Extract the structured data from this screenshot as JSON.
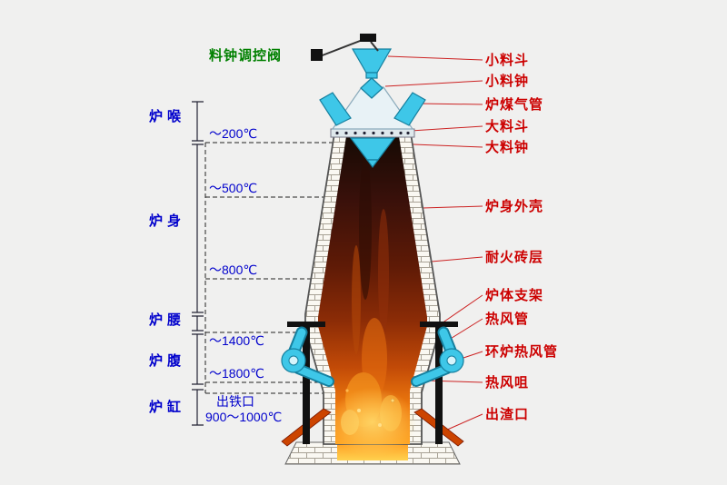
{
  "diagram_title": "blast-furnace-structure-diagram",
  "colors": {
    "background": "#f0f0ef",
    "left_label": "#0000cc",
    "right_label": "#cc0000",
    "top_label": "#008000",
    "leader_line": "#cc2222",
    "pipe_cyan": "#3ec7e8",
    "molten_bright": "#ffa726",
    "molten_dark": "#160a04",
    "brick": "#faf8f2"
  },
  "top_control": {
    "label": "料钟调控阀"
  },
  "zones": [
    {
      "label": "炉喉"
    },
    {
      "label": "炉身"
    },
    {
      "label": "炉腰"
    },
    {
      "label": "炉腹"
    },
    {
      "label": "炉缸"
    }
  ],
  "temps": [
    {
      "label": "～200℃"
    },
    {
      "label": "～500℃"
    },
    {
      "label": "～800℃"
    },
    {
      "label": "～1400℃"
    },
    {
      "label": "～1800℃"
    }
  ],
  "tap_hole": {
    "line1": "出铁口",
    "line2": "900～1000℃"
  },
  "right_labels": [
    {
      "label": "小料斗"
    },
    {
      "label": "小料钟"
    },
    {
      "label": "炉煤气管"
    },
    {
      "label": "大料斗"
    },
    {
      "label": "大料钟"
    },
    {
      "label": "炉身外壳"
    },
    {
      "label": "耐火砖层"
    },
    {
      "label": "炉体支架"
    },
    {
      "label": "热风管"
    },
    {
      "label": "环炉热风管"
    },
    {
      "label": "热风咀"
    },
    {
      "label": "出渣口"
    }
  ]
}
